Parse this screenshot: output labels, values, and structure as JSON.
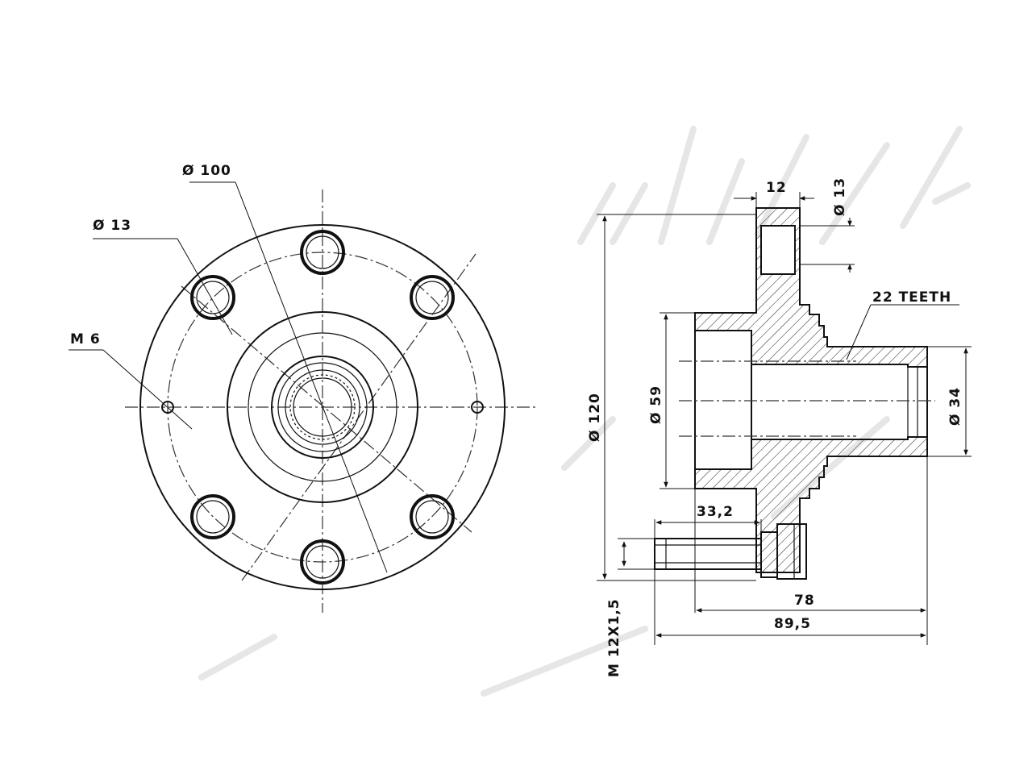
{
  "front_view": {
    "dim_pcd": "Ø 100",
    "dim_bolt_hole": "Ø 13",
    "dim_thread_hole": "M 6"
  },
  "side_view": {
    "dim_stud_head": "Ø 13",
    "dim_width_12": "12",
    "dim_teeth": "22 TEETH",
    "dim_flange_dia": "Ø 120",
    "dim_hub_dia": "Ø 59",
    "dim_spline_dia": "Ø 34",
    "dim_33_2": "33,2",
    "dim_78": "78",
    "dim_89_5": "89,5",
    "dim_stud_thread": "M 12X1,5"
  },
  "colors": {
    "line": "#111111",
    "watermark": "#e6e6e6"
  }
}
